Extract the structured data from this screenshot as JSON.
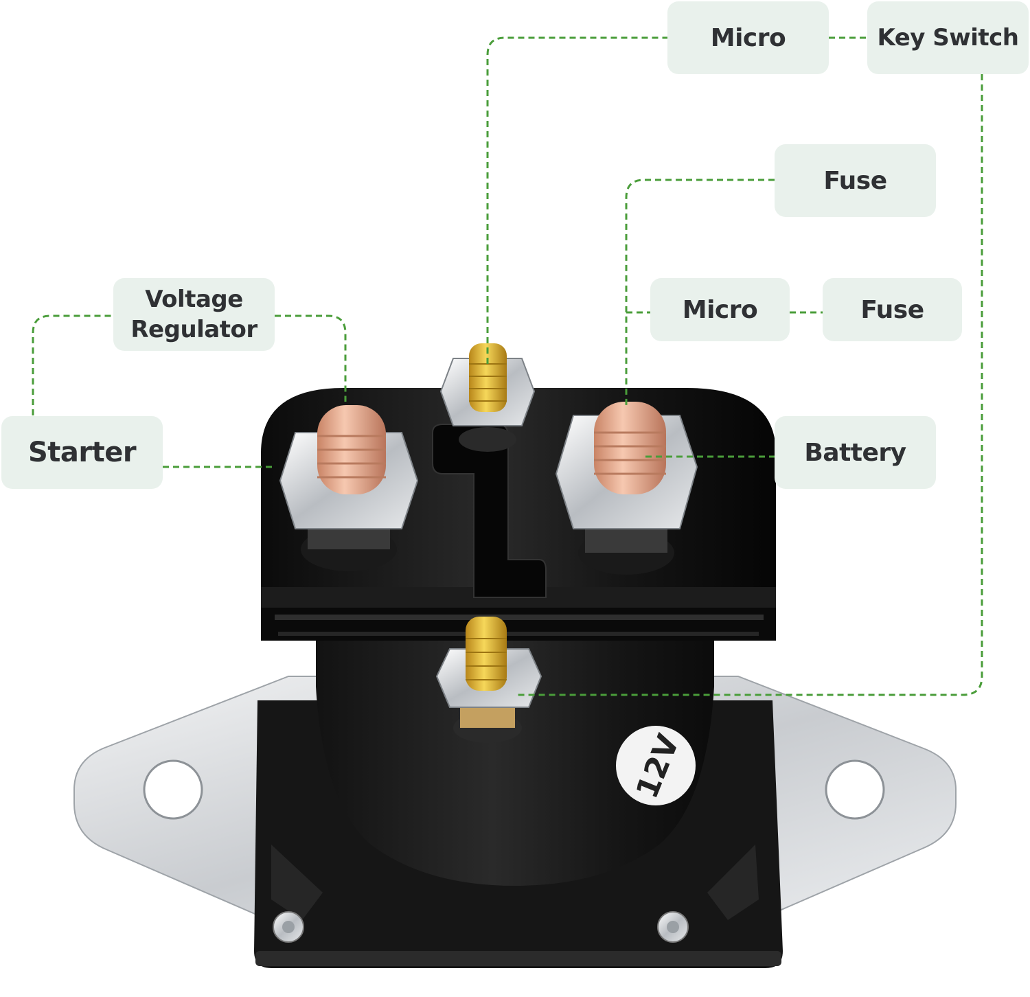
{
  "labels": {
    "micro_top": "Micro",
    "key_switch": "Key Switch",
    "fuse_top": "Fuse",
    "micro_mid": "Micro",
    "fuse_mid": "Fuse",
    "battery": "Battery",
    "starter": "Starter",
    "voltage_regulator_line1": "Voltage",
    "voltage_regulator_line2": "Regulator"
  },
  "device": {
    "voltage_marking": "12V"
  },
  "colors": {
    "label_bg": "#e9f1ec",
    "label_text": "#2f3134",
    "wire": "#4a9d3a",
    "body": "#151515",
    "copper": "#e6a888",
    "brass": "#d6a82a",
    "steel": "#c8ccd0"
  }
}
